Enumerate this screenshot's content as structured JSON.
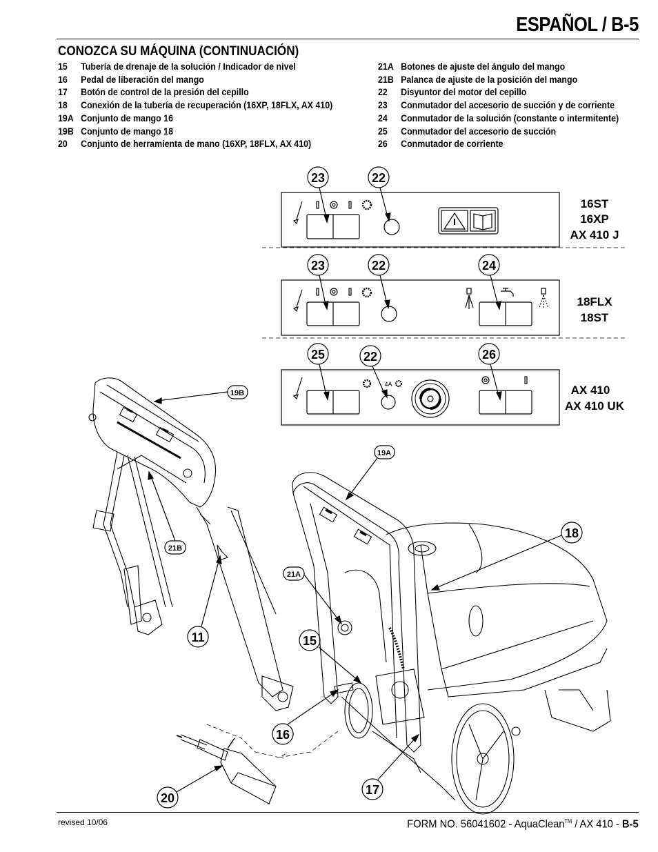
{
  "header": {
    "title": "ESPAÑOL / B-5"
  },
  "section": {
    "title": "CONOZCA SU MÁQUINA (CONTINUACIÓN)"
  },
  "legend_left": [
    {
      "num": "15",
      "text": "Tubería de drenaje de la solución / Indicador de nivel"
    },
    {
      "num": "16",
      "text": "Pedal de liberación del mango"
    },
    {
      "num": "17",
      "text": "Botón de control de la presión del cepillo"
    },
    {
      "num": "18",
      "text": "Conexión de la tubería de recuperación (16XP, 18FLX, AX 410)"
    },
    {
      "num": "19A",
      "text": "Conjunto de mango 16"
    },
    {
      "num": "19B",
      "text": "Conjunto de mango 18"
    },
    {
      "num": "20",
      "text": "Conjunto de herramienta de mano (16XP, 18FLX, AX 410)"
    }
  ],
  "legend_right": [
    {
      "num": "21A",
      "text": "Botones de ajuste del ángulo del mango"
    },
    {
      "num": "21B",
      "text": "Palanca de ajuste de la posición del mango"
    },
    {
      "num": "22",
      "text": "Disyuntor del motor del cepillo"
    },
    {
      "num": "23",
      "text": "Conmutador del accesorio de succión y de corriente"
    },
    {
      "num": "24",
      "text": "Conmutador de la solución (constante o intermitente)"
    },
    {
      "num": "25",
      "text": "Conmutador del accesorio de succión"
    },
    {
      "num": "26",
      "text": "Conmutador de corriente"
    }
  ],
  "panels": {
    "panel1": {
      "models": [
        "16ST",
        "16XP",
        "AX 410 J"
      ],
      "callouts": [
        "23",
        "22"
      ]
    },
    "panel2": {
      "models": [
        "18FLX",
        "18ST"
      ],
      "callouts": [
        "23",
        "22",
        "24"
      ]
    },
    "panel3": {
      "models": [
        "AX 410",
        "AX 410 UK"
      ],
      "callouts": [
        "25",
        "22",
        "26"
      ],
      "breaker_rating": "4A"
    }
  },
  "machine_callouts": {
    "c19B": "19B",
    "c19A": "19A",
    "c21B": "21B",
    "c21A": "21A",
    "c11": "11",
    "c15": "15",
    "c16": "16",
    "c17": "17",
    "c18": "18",
    "c20": "20"
  },
  "footer": {
    "revised": "revised 10/06",
    "form_prefix": "FORM NO. 56041602 - AquaClean",
    "tm": "TM",
    "form_suffix": " / AX 410 - ",
    "page": "B-5"
  }
}
